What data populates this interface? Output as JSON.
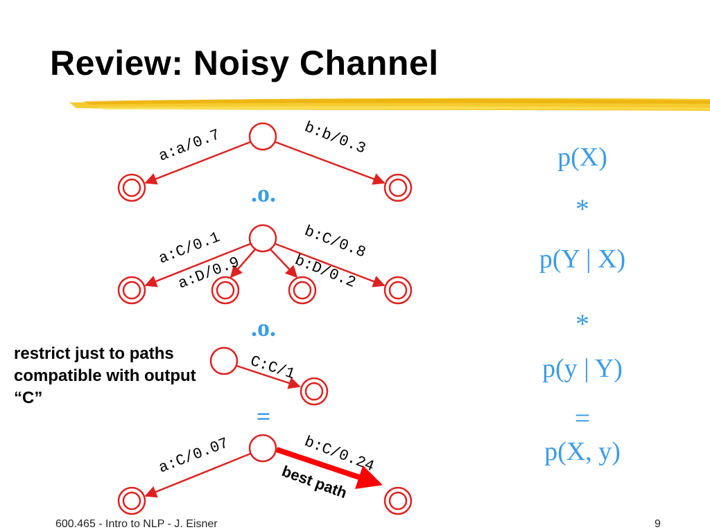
{
  "slide": {
    "title": "Review: Noisy Channel",
    "side_note": "restrict just to paths compatible with output “C”",
    "footer": "600.465 - Intro to NLP - J. Eisner",
    "page_number": "9"
  },
  "operators": {
    "compose1": ".o.",
    "compose2": ".o.",
    "equals": "="
  },
  "formulas": {
    "px": "p(X)",
    "star1": "*",
    "pyx": "p(Y | X)",
    "star2": "*",
    "pyY": "p(y | Y)",
    "eq": "=",
    "pxy": "p(X, y)"
  },
  "arcs": {
    "fst1_a": "a:a/0.7",
    "fst1_b": "b:b/0.3",
    "fst2_aC": "a:C/0.1",
    "fst2_aD": "a:D/0.9",
    "fst2_bD": "b:D/0.2",
    "fst2_bC": "b:C/0.8",
    "fst3_CC": "C:C/1",
    "fst4_aC": "a:C/0.07",
    "fst4_bC": "b:C/0.24"
  },
  "best_path_label": "best path",
  "colors": {
    "arc_red": "#e02020",
    "formula_blue": "#3a9be8",
    "highlighter": "#f5c518"
  }
}
